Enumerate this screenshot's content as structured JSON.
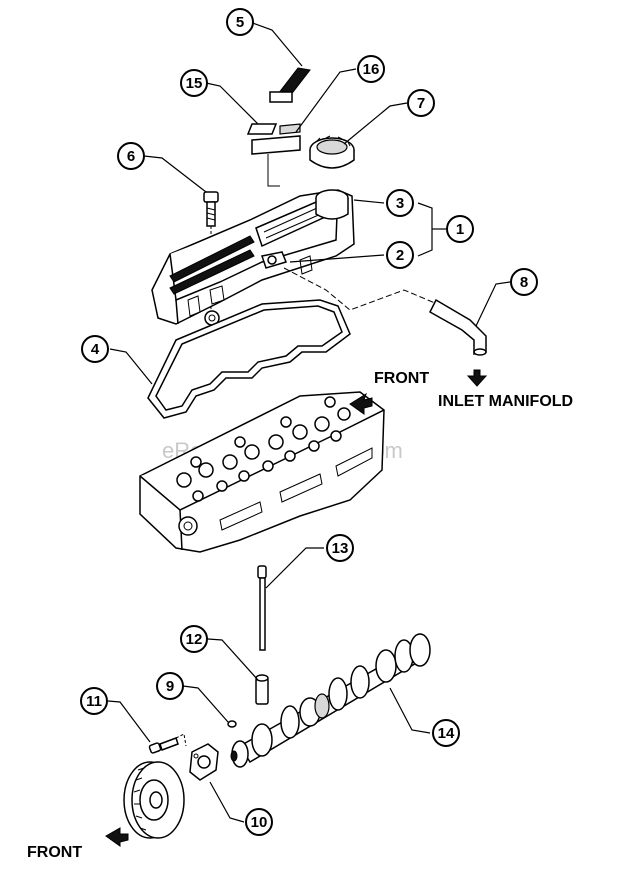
{
  "watermark": "eReplacementParts.com",
  "labels": {
    "front_top": "FRONT",
    "inlet_manifold": "INLET MANIFOLD",
    "front_bottom": "FRONT"
  },
  "callouts": {
    "c1": "1",
    "c2": "2",
    "c3": "3",
    "c4": "4",
    "c5": "5",
    "c6": "6",
    "c7": "7",
    "c8": "8",
    "c9": "9",
    "c10": "10",
    "c11": "11",
    "c12": "12",
    "c13": "13",
    "c14": "14",
    "c15": "15",
    "c16": "16"
  }
}
